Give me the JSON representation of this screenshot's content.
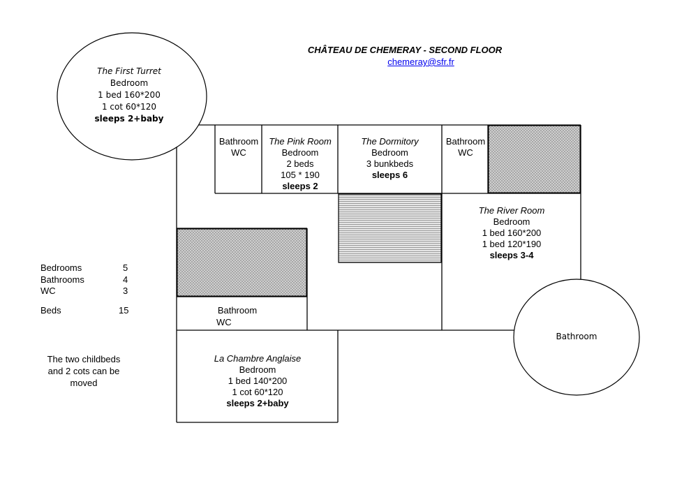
{
  "header": {
    "title": "CHÂTEAU DE CHEMERAY - SECOND FLOOR",
    "email": "chemeray@sfr.fr"
  },
  "rooms": {
    "first_turret": {
      "name": "The First Turret",
      "type": "Bedroom",
      "line1": "1 bed 160*200",
      "line2": "1 cot 60*120",
      "sleeps": "sleeps 2+baby"
    },
    "bath_wc_1": {
      "line1": "Bathroom",
      "line2": "WC"
    },
    "pink_room": {
      "name": "The Pink Room",
      "type": "Bedroom",
      "line1": "2 beds",
      "line2": "105 * 190",
      "sleeps": "sleeps 2"
    },
    "dormitory": {
      "name": "The Dormitory",
      "type": "Bedroom",
      "line1": "3 bunkbeds",
      "sleeps": "sleeps 6"
    },
    "bath_wc_2": {
      "line1": "Bathroom",
      "line2": "WC"
    },
    "river_room": {
      "name": "The River Room",
      "type": "Bedroom",
      "line1": "1 bed 160*200",
      "line2": "1 bed 120*190",
      "sleeps": "sleeps 3-4"
    },
    "bath_wc_3": {
      "line1": "Bathroom",
      "line2": "WC"
    },
    "round_bathroom": {
      "line1": "Bathroom"
    },
    "chambre_anglaise": {
      "name": "La Chambre Anglaise",
      "type": "Bedroom",
      "line1": "1 bed 140*200",
      "line2": "1 cot 60*120",
      "sleeps": "sleeps 2+baby"
    }
  },
  "stats": [
    {
      "label": "Bedrooms",
      "value": "5"
    },
    {
      "label": "Bathrooms",
      "value": "4"
    },
    {
      "label": "WC",
      "value": "3"
    },
    {
      "label": "Beds",
      "value": "15"
    }
  ],
  "note": {
    "line1": "The two childbeds",
    "line2": "and 2 cots can be",
    "line3": "moved"
  },
  "colors": {
    "hatch": "#b9b9b9",
    "line": "#000000",
    "link": "#0000ee"
  }
}
